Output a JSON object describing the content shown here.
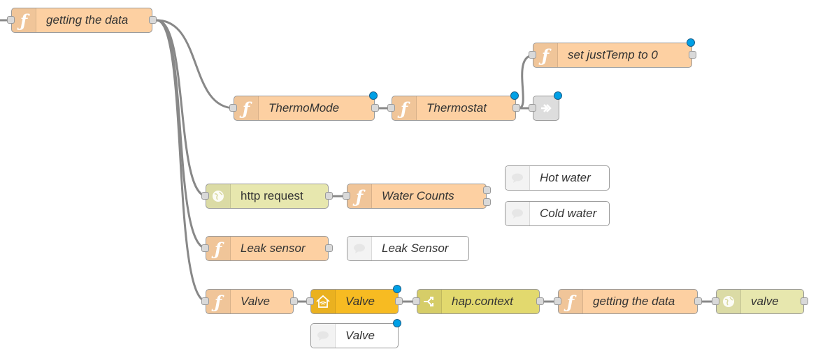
{
  "colors": {
    "function": "#fdd0a2",
    "http": "#e7e7ae",
    "homekit": "#f7bb22",
    "change": "#e2d96e",
    "comment": "#ffffff",
    "link": "#dddddd",
    "changed_badge": "#00a0e6",
    "wire": "#888888"
  },
  "nodes": {
    "getting_data_top": {
      "label": "getting the data",
      "type": "function",
      "icon": "function-icon"
    },
    "set_justtemp": {
      "label": "set justTemp to 0",
      "type": "function",
      "icon": "function-icon"
    },
    "thermomode": {
      "label": "ThermoMode",
      "type": "function",
      "icon": "function-icon"
    },
    "thermostat": {
      "label": "Thermostat",
      "type": "function",
      "icon": "function-icon"
    },
    "link_out": {
      "label": "",
      "type": "link",
      "icon": "link-out-icon"
    },
    "http_request": {
      "label": "http request",
      "type": "http",
      "icon": "globe-icon"
    },
    "water_counts": {
      "label": "Water Counts",
      "type": "function",
      "icon": "function-icon"
    },
    "hot_water": {
      "label": "Hot water",
      "type": "comment",
      "icon": "comment-icon"
    },
    "cold_water": {
      "label": "Cold water",
      "type": "comment",
      "icon": "comment-icon"
    },
    "leak_sensor_fn": {
      "label": "Leak sensor",
      "type": "function",
      "icon": "function-icon"
    },
    "leak_sensor_comment": {
      "label": "Leak Sensor",
      "type": "comment",
      "icon": "comment-icon"
    },
    "valve_fn": {
      "label": "Valve",
      "type": "function",
      "icon": "function-icon"
    },
    "valve_homekit": {
      "label": "Valve",
      "type": "homekit",
      "icon": "home-icon"
    },
    "valve_comment": {
      "label": "Valve",
      "type": "comment",
      "icon": "comment-icon"
    },
    "hap_context": {
      "label": "hap.context",
      "type": "change",
      "icon": "shuffle-icon"
    },
    "getting_data_bottom": {
      "label": "getting the data",
      "type": "function",
      "icon": "function-icon"
    },
    "valve_http": {
      "label": "valve",
      "type": "http",
      "icon": "globe-icon"
    }
  },
  "glyphs": {
    "function": "ƒ"
  }
}
